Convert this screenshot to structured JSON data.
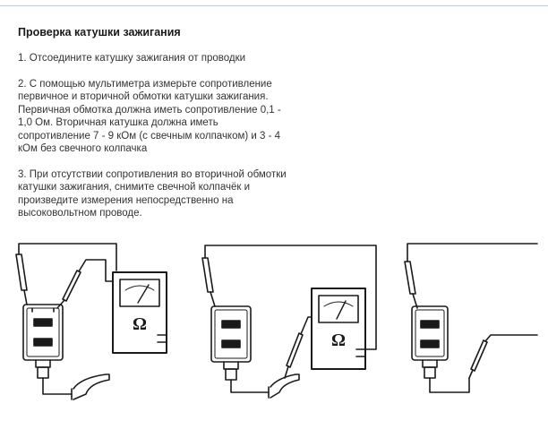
{
  "title": "Проверка катушки зажигания",
  "steps": [
    "1. Отсоедините катушку зажигания от проводки",
    "2. С помощью мультиметра измерьте сопротивление первичное и вторичной обмотки катушки зажигания. Первичная обмотка должна иметь сопротивление 0,1 - 1,0 Ом. Вторичная катушка должна иметь сопротивление 7 - 9 кОм (с свечным колпачком) и 3 - 4 кОм без свечного колпачка",
    "3. При отсутствии сопротивления во вторичной обмотки катушки зажигания, снимите свечной колпачёк и произведите измерения непосредственно на высоковольтном проводе."
  ],
  "meter_symbol": "Ω",
  "colors": {
    "line": "#1a1a1a",
    "rule": "#b8c8d8"
  }
}
